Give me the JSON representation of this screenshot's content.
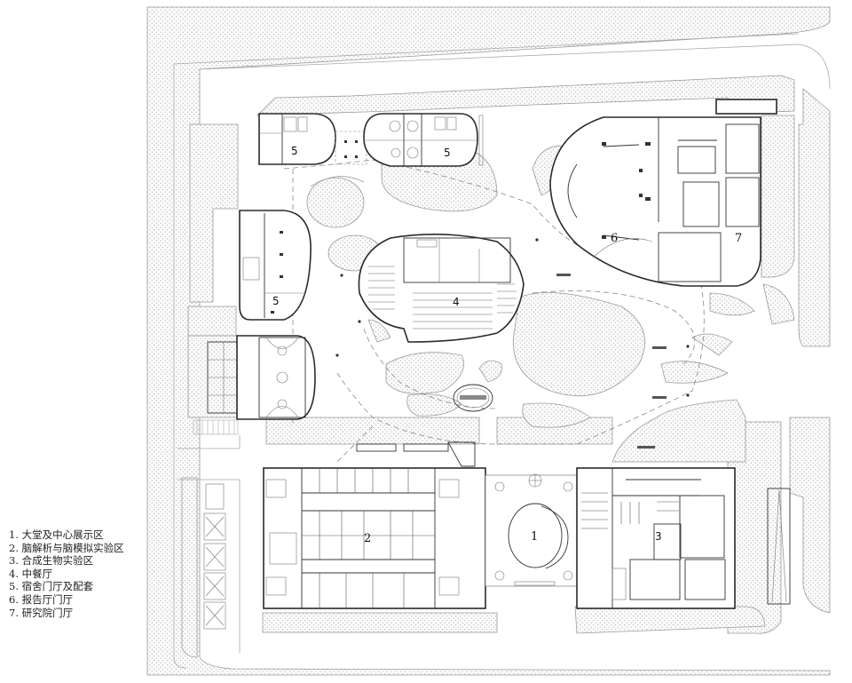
{
  "legend": {
    "items": [
      {
        "num": "1.",
        "label": "大堂及中心展示区"
      },
      {
        "num": "2.",
        "label": "脑解析与脑模拟实验区"
      },
      {
        "num": "3.",
        "label": "合成生物实验区"
      },
      {
        "num": "4.",
        "label": "中餐厅"
      },
      {
        "num": "5.",
        "label": "宿舍门厅及配套"
      },
      {
        "num": "6.",
        "label": "报告厅门厅"
      },
      {
        "num": "7.",
        "label": "研究院门厅"
      }
    ]
  },
  "plan": {
    "room_labels": {
      "lobby": "1",
      "brain_lab": "2",
      "synbio_lab": "3",
      "restaurant": "4",
      "dorm_a": "5",
      "dorm_b": "5",
      "dorm_c": "5",
      "lecture_lobby": "6",
      "institute_lobby": "7"
    }
  },
  "colors": {
    "line": "#2a2a2a",
    "landscape_hatch": "#9a9a9a",
    "background": "#ffffff"
  }
}
